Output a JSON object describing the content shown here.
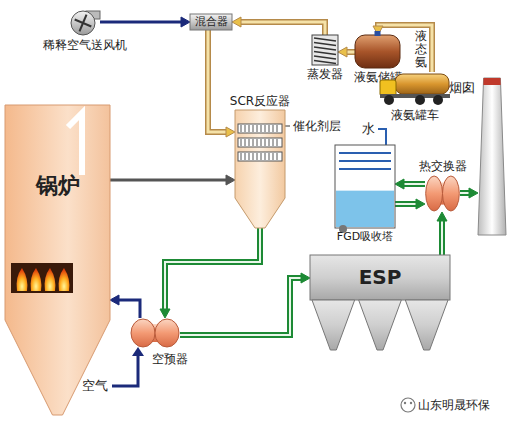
{
  "diagram": {
    "nodes": [
      {
        "text": [
          "锅炉"
        ]
      },
      {
        "text": [
          "SCR反应器"
        ]
      },
      {
        "text": [
          "混合器"
        ]
      },
      {
        "text": [
          "蒸发器"
        ]
      },
      {
        "text": [
          "液氨储罐"
        ]
      },
      {
        "text": [
          "液氨罐车"
        ]
      },
      {
        "text": [
          "烟囱"
        ]
      },
      {
        "text": [
          "稀释空气送风机"
        ]
      },
      {
        "text": [
          "FGD吸收塔"
        ]
      },
      {
        "text": [
          "热交换器"
        ]
      },
      {
        "text": [
          "ESP"
        ]
      },
      {
        "text": [
          "空预器"
        ]
      }
    ],
    "edges": [
      {
        "from": 7,
        "to": 2,
        "arrow": "to"
      },
      {
        "from": 3,
        "to": 2,
        "arrow": "to"
      },
      {
        "from": 4,
        "to": 3,
        "arrow": "to"
      },
      {
        "from": 5,
        "to": 4,
        "label": "液态氨",
        "arrow": "to"
      },
      {
        "from": 2,
        "to": 1,
        "arrow": "to"
      },
      {
        "from": 0,
        "to": 1,
        "arrow": "to"
      },
      {
        "from": 1,
        "to": 11,
        "arrow": "to"
      },
      {
        "from": 11,
        "to": 0,
        "arrow": "to"
      },
      {
        "from": 11,
        "to": 10,
        "arrow": "to"
      },
      {
        "from": 10,
        "to": 9,
        "arrow": "to"
      },
      {
        "from": 9,
        "to": 8,
        "arrow": "to"
      },
      {
        "from": 8,
        "to": 9,
        "arrow": "to"
      },
      {
        "from": 9,
        "to": 6,
        "arrow": "to"
      }
    ],
    "labels": [
      "催化剂层",
      "水",
      "空气",
      "山东明晟环保"
    ]
  }
}
